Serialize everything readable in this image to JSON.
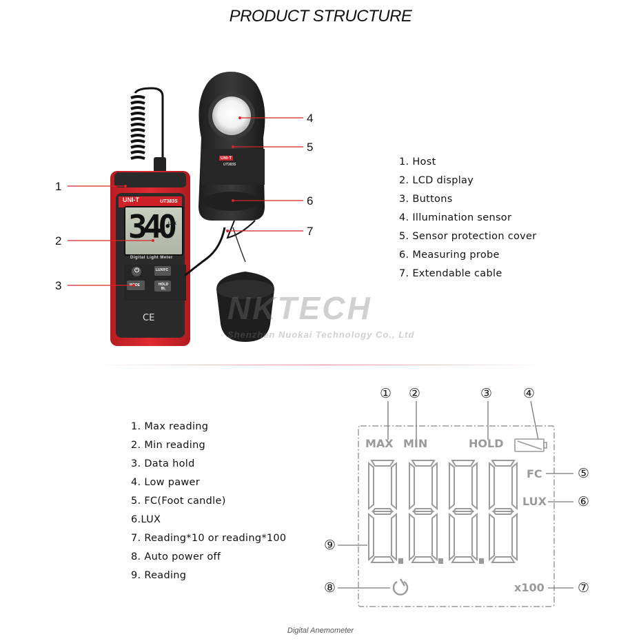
{
  "page_title": "PRODUCT STRUCTURE",
  "device": {
    "brand": "UNI-T",
    "model": "UT383S",
    "lcd_reading": "340",
    "lcd_unit": "LUX",
    "caption": "Digital Light Meter",
    "buttons": [
      "LUX/FC",
      "MODE",
      "HOLD BL"
    ],
    "mark": "CE",
    "sensor_brand": "UNI-T",
    "sensor_model": "UT383S"
  },
  "top_callouts": [
    "1",
    "2",
    "3",
    "4",
    "5",
    "6",
    "7"
  ],
  "top_list": [
    "1. Host",
    "2. LCD display",
    "3. Buttons",
    "4. Illumination sensor",
    "5. Sensor protection cover",
    "6. Measuring probe",
    "7. Extendable cable"
  ],
  "watermark": {
    "brand": "NKTECH",
    "company": "Shenzhen Nuokai Technology Co., Ltd"
  },
  "lcd_diagram": {
    "markers_top": [
      "①",
      "②",
      "③",
      "④"
    ],
    "marker_fc": "⑤",
    "marker_lux": "⑥",
    "marker_x100": "⑦",
    "marker_auto_off": "⑧",
    "marker_reading": "⑨",
    "max": "MAX",
    "min": "MIN",
    "hold": "HOLD",
    "fc": "FC",
    "lux": "LUX",
    "x100": "x100"
  },
  "bottom_list": [
    "1. Max reading",
    "2. Min reading",
    "3. Data hold",
    "4. Low pawer",
    "5. FC(Foot candle)",
    "6.LUX",
    "7. Reading*10 or reading*100",
    "8. Auto power off",
    "9. Reading"
  ],
  "caption": "Digital Anemometer",
  "colors": {
    "accent_red": "#d8232a",
    "lcd_segment": "#9a9a9a",
    "body_dark": "#2b2b2b"
  }
}
